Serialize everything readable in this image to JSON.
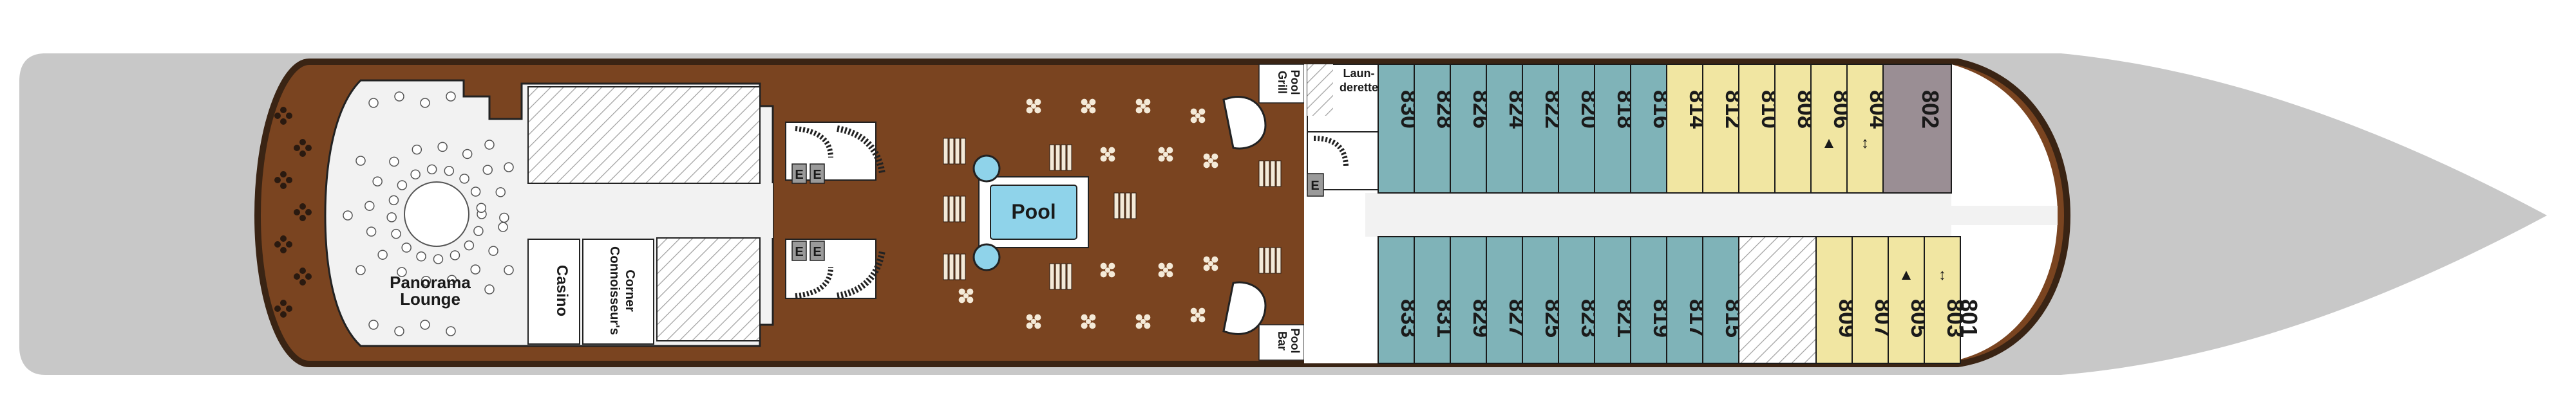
{
  "deck": {
    "venues": {
      "panorama_lounge": [
        "Panorama",
        "Lounge"
      ],
      "casino": "Casino",
      "connoisseurs_corner": [
        "Connoisseur's",
        "Corner"
      ],
      "pool": "Pool",
      "pool_grill": [
        "Pool",
        "Grill"
      ],
      "pool_bar": [
        "Pool",
        "Bar"
      ],
      "launderette": [
        "Laun-",
        "derette"
      ],
      "elevator": "E"
    },
    "cabins_top": [
      {
        "no": "830",
        "cat": "teal"
      },
      {
        "no": "828",
        "cat": "teal"
      },
      {
        "no": "826",
        "cat": "teal"
      },
      {
        "no": "824",
        "cat": "teal"
      },
      {
        "no": "822",
        "cat": "teal"
      },
      {
        "no": "820",
        "cat": "teal"
      },
      {
        "no": "818",
        "cat": "teal"
      },
      {
        "no": "816",
        "cat": "teal"
      },
      {
        "no": "814",
        "cat": "yellow"
      },
      {
        "no": "812",
        "cat": "yellow"
      },
      {
        "no": "810",
        "cat": "yellow"
      },
      {
        "no": "808",
        "cat": "yellow"
      },
      {
        "no": "806",
        "cat": "yellow",
        "mark": "▲"
      },
      {
        "no": "804",
        "cat": "yellow",
        "mark": "↕"
      },
      {
        "no": "802",
        "cat": "mauve"
      }
    ],
    "cabins_bottom": [
      {
        "no": "833",
        "cat": "teal"
      },
      {
        "no": "831",
        "cat": "teal"
      },
      {
        "no": "829",
        "cat": "teal"
      },
      {
        "no": "827",
        "cat": "teal"
      },
      {
        "no": "825",
        "cat": "teal"
      },
      {
        "no": "823",
        "cat": "teal"
      },
      {
        "no": "821",
        "cat": "teal"
      },
      {
        "no": "819",
        "cat": "teal"
      },
      {
        "no": "817",
        "cat": "teal"
      },
      {
        "no": "815",
        "cat": "teal"
      },
      {
        "no": "",
        "cat": "hatch"
      },
      {
        "no": "809",
        "cat": "yellow"
      },
      {
        "no": "807",
        "cat": "yellow"
      },
      {
        "no": "805",
        "cat": "yellow",
        "mark": "▲"
      },
      {
        "no": "803",
        "cat": "yellow",
        "mark": "↕"
      },
      {
        "no": "801",
        "cat": "mauve"
      }
    ],
    "colors": {
      "hull": "#c8c8c8",
      "deck_wood": "#7a4420",
      "deck_edge": "#3a2414",
      "teal_cabin": "#7fb3b8",
      "yellow_cabin": "#f1e6a2",
      "mauve_cabin": "#9a8e94",
      "pool_water": "#8fd3ea",
      "venue_floor": "#f2f2f2"
    }
  }
}
